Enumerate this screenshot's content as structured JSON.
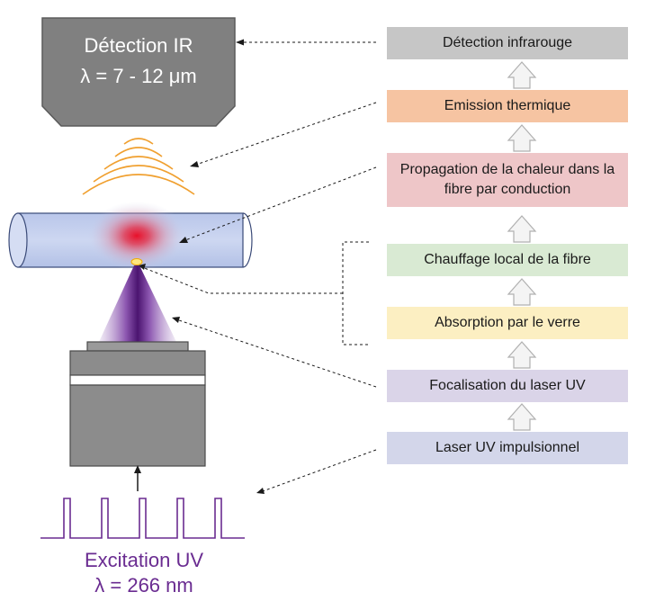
{
  "detector": {
    "title": "Détection IR",
    "range": "λ = 7 - 12 μm"
  },
  "excitation": {
    "title": "Excitation UV",
    "wavelength": "λ = 266 nm"
  },
  "stages": [
    {
      "label": "Détection infrarouge",
      "color": "#c6c6c6"
    },
    {
      "label": "Emission thermique",
      "color": "#f6c4a2"
    },
    {
      "label": "Propagation de la chaleur dans la fibre par conduction",
      "color": "#eec6c8"
    },
    {
      "label": "Chauffage local de la fibre",
      "color": "#d9ead3"
    },
    {
      "label": "Absorption par le verre",
      "color": "#fcefc2"
    },
    {
      "label": "Focalisation du laser UV",
      "color": "#dad4e8"
    },
    {
      "label": "Laser UV impulsionnel",
      "color": "#d3d6ea"
    }
  ],
  "colors": {
    "detector_body": "#808080",
    "ir_waves": "#f0a030",
    "fiber": "#c9d4ef",
    "uv_beam": "#6a2c91",
    "laser_body": "#8c8c8c",
    "arrow_fill": "#f4f4f4",
    "arrow_stroke": "#b0b0b0"
  }
}
